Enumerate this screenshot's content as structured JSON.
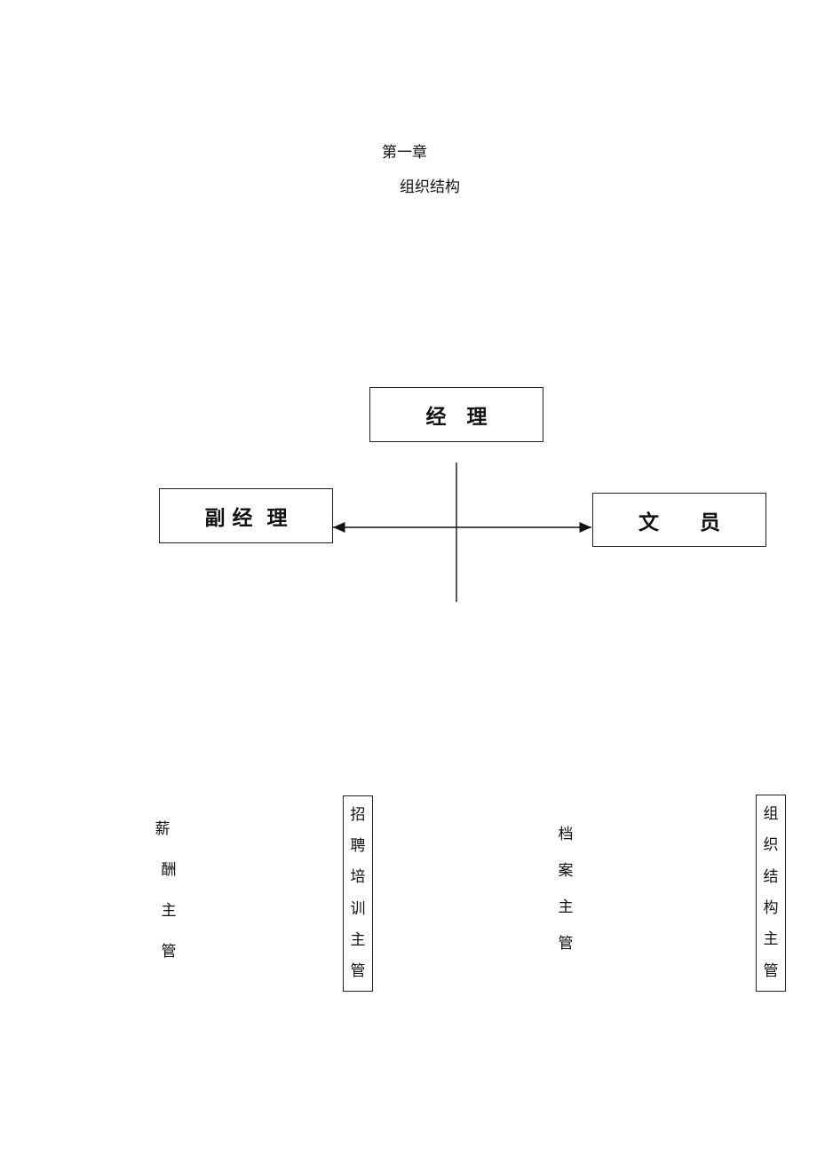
{
  "chapter": "第一章",
  "title": "组织结构",
  "chart": {
    "manager": "经　理",
    "deputy": "副 经  理",
    "clerk": "文　　员"
  },
  "roles": {
    "salary": [
      "薪",
      "酬",
      "主",
      "管"
    ],
    "recruit": [
      "招",
      "聘",
      "培",
      "训",
      "主",
      "管"
    ],
    "archive": [
      "档",
      "案",
      "主",
      "管"
    ],
    "org": [
      "组",
      "织",
      "结",
      "构",
      "主",
      "管"
    ]
  }
}
